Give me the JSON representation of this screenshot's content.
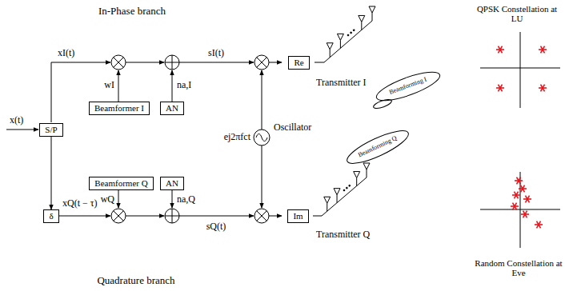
{
  "diagram": {
    "nodes": [
      {
        "text": [
          "S/P"
        ]
      },
      {
        "text": [
          "Beamformer I"
        ]
      },
      {
        "text": [
          "AN"
        ]
      },
      {
        "text": [
          "Re"
        ]
      },
      {
        "text": [
          "δ"
        ]
      },
      {
        "text": [
          "Beamformer Q"
        ]
      },
      {
        "text": [
          "AN"
        ]
      },
      {
        "text": [
          "Im"
        ]
      }
    ],
    "edges": [
      {
        "from": 0,
        "to": 4,
        "arrow": "to"
      }
    ],
    "labels": [
      "In-Phase branch",
      "xI(t)",
      "x(t)",
      "xQ(t − τ)",
      "wI",
      "na,I",
      "sI(t)",
      "Transmitter I",
      "Beamforming I",
      "QPSK Constellation at LU",
      "ej2πfct",
      "Oscillator",
      "wQ",
      "na,Q",
      "sQ(t)",
      "Transmitter Q",
      "Beamforming Q",
      "Random Constellation at Eve",
      "Quadrature branch"
    ]
  }
}
